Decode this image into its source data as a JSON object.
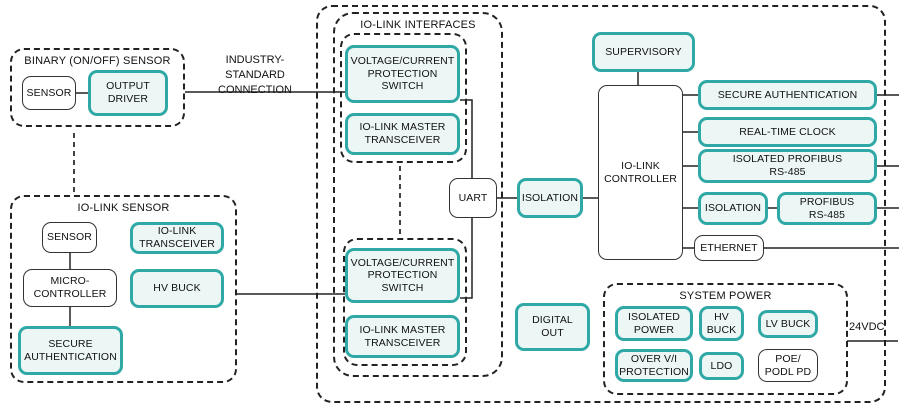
{
  "groups": {
    "binary_sensor": "BINARY (ON/OFF) SENSOR",
    "iolink_sensor": "IO-LINK SENSOR",
    "iolink_interfaces": "IO-LINK INTERFACES",
    "system_power": "SYSTEM POWER"
  },
  "nodes": {
    "sensor_binary": "SENSOR",
    "output_driver": "OUTPUT\nDRIVER",
    "sensor_iolink": "SENSOR",
    "iolink_transceiver": "IO-LINK\nTRANSCEIVER",
    "microcontroller": "MICRO-\nCONTROLLER",
    "hv_buck_sensor": "HV BUCK",
    "secure_auth_sensor": "SECURE\nAUTHENTICATION",
    "switch1": "VOLTAGE/CURRENT\nPROTECTION\nSWITCH",
    "master_transceiver1": "IO-LINK MASTER\nTRANSCEIVER",
    "switch2": "VOLTAGE/CURRENT\nPROTECTION\nSWITCH",
    "master_transceiver2": "IO-LINK MASTER\nTRANSCEIVER",
    "uart": "UART",
    "isolation_uart": "ISOLATION",
    "supervisory": "SUPERVISORY",
    "iolink_controller": "IO-LINK\nCONTROLLER",
    "secure_auth_main": "SECURE AUTHENTICATION",
    "real_time_clock": "REAL-TIME CLOCK",
    "isolated_profibus": "ISOLATED PROFIBUS\nRS-485",
    "isolation_profibus": "ISOLATION",
    "profibus": "PROFIBUS\nRS-485",
    "ethernet": "ETHERNET",
    "digital_out": "DIGITAL\nOUT",
    "isolated_power": "ISOLATED\nPOWER",
    "hv_buck_power": "HV\nBUCK",
    "lv_buck": "LV BUCK",
    "over_vi_protection": "OVER V/I\nPROTECTION",
    "ldo": "LDO",
    "poe_podl": "POE/\nPODL PD"
  },
  "labels": {
    "connection": "INDUSTRY-STANDARD\nCONNECTION",
    "vdc": "24VDC"
  },
  "colors": {
    "accent": "#2fa8a6",
    "accent_fill": "#ecf7f5",
    "line": "#222222"
  }
}
